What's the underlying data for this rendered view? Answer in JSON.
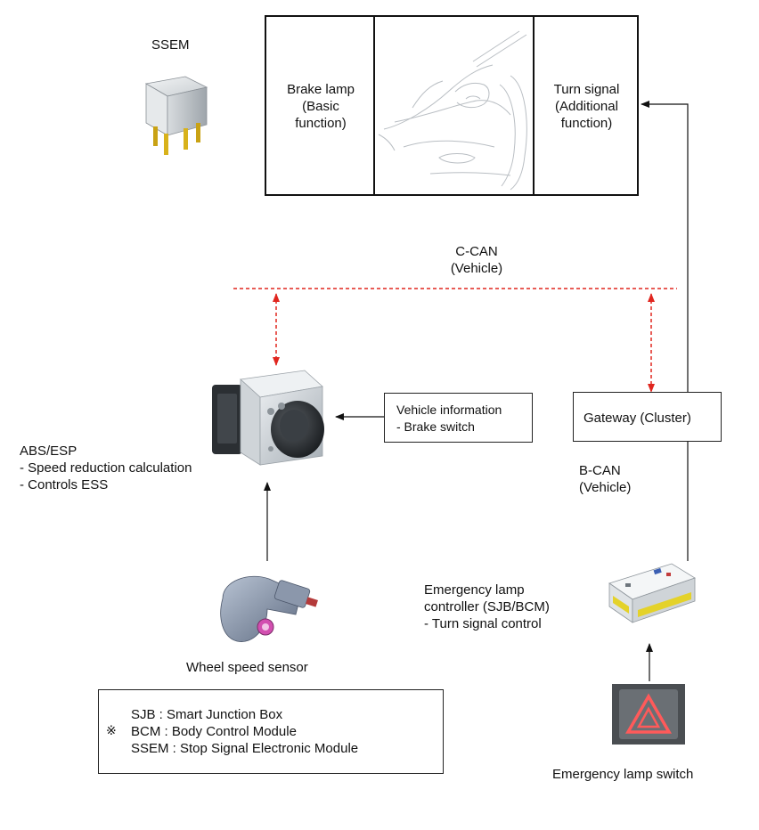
{
  "ssem": {
    "label": "SSEM"
  },
  "lamp_panel": {
    "left_lines": [
      "Brake lamp",
      "(Basic",
      "function)"
    ],
    "right_lines": [
      "Turn signal",
      "(Additional",
      "function)"
    ]
  },
  "c_can": {
    "lines": [
      "C-CAN",
      "(Vehicle)"
    ]
  },
  "abs_esp": {
    "lines": [
      "ABS/ESP",
      "- Speed reduction calculation",
      "- Controls ESS"
    ]
  },
  "vehicle_info": {
    "lines": [
      "Vehicle information",
      "- Brake switch"
    ]
  },
  "gateway": {
    "label": "Gateway (Cluster)"
  },
  "b_can": {
    "lines": [
      "B-CAN",
      "(Vehicle)"
    ]
  },
  "wheel_sensor": {
    "label": "Wheel speed sensor"
  },
  "emergency_controller": {
    "lines": [
      "Emergency lamp",
      "controller (SJB/BCM)",
      "- Turn signal control"
    ]
  },
  "emergency_switch": {
    "label": "Emergency lamp switch"
  },
  "legend": {
    "marker": "※",
    "lines": [
      "SJB : Smart Junction Box",
      "BCM : Body Control Module",
      "SSEM : Stop  Signal Electronic Module"
    ]
  },
  "colors": {
    "can_line": "#e0261f",
    "stroke": "#111111"
  }
}
